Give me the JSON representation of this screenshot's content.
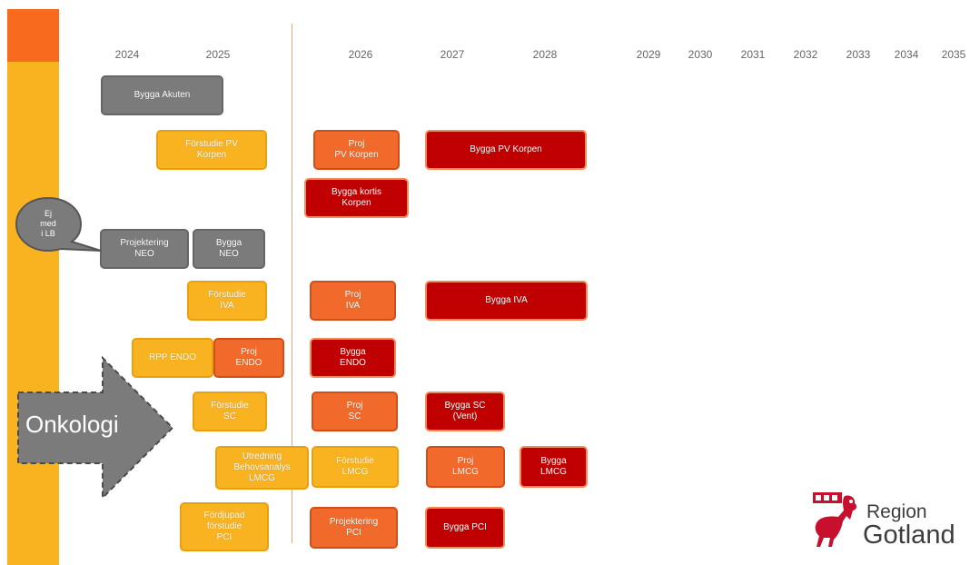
{
  "colors": {
    "yellow": "#F9B320",
    "orange": "#F26A2B",
    "red": "#C00000",
    "gray": "#7B7B7B",
    "accent_bar_top": "#F86A1E"
  },
  "years": [
    "2024",
    "2025",
    "2026",
    "2027",
    "2028",
    "2029",
    "2030",
    "2031",
    "2032",
    "2033",
    "2034",
    "2035"
  ],
  "boxes": {
    "bygga_akuten": "Bygga Akuten",
    "forstudie_pv_korpen": "Förstudie PV\nKorpen",
    "proj_pv_korpen": "Proj\nPV Korpen",
    "bygga_pv_korpen": "Bygga PV Korpen",
    "bygga_kortis_korpen": "Bygga kortis\nKorpen",
    "projektering_neo": "Projektering\nNEO",
    "bygga_neo": "Bygga\nNEO",
    "forstudie_iva": "Förstudie\nIVA",
    "proj_iva": "Proj\nIVA",
    "bygga_iva": "Bygga IVA",
    "rpp_endo": "RPP ENDO",
    "proj_endo": "Proj\nENDO",
    "bygga_endo": "Bygga\nENDO",
    "forstudie_sc": "Förstudie\nSC",
    "proj_sc": "Proj\nSC",
    "bygga_sc": "Bygga SC\n(Vent)",
    "utredning_lmcg": "Utredning\nBehovsanalys\nLMCG",
    "forstudie_lmcg": "Förstudie\nLMCG",
    "proj_lmcg": "Proj\nLMCG",
    "bygga_lmcg": "Bygga\nLMCG",
    "fordjupad_forstudie_pci": "Fördjupad\nförstudie\nPCI",
    "projektering_pci": "Projektering\nPCI",
    "bygga_pci": "Bygga PCI"
  },
  "bubble": "Ej\nmed\ni LB",
  "arrow_label": "Onkologi",
  "logo": {
    "line1": "Region",
    "line2": "Gotland"
  }
}
